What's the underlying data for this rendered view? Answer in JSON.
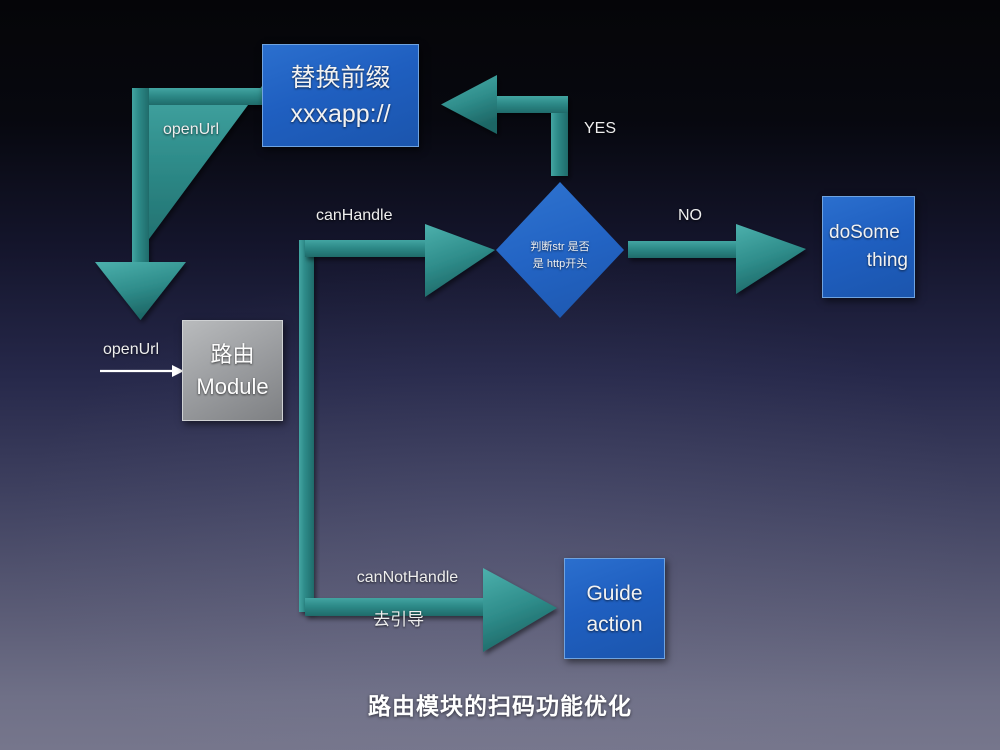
{
  "slide": {
    "title": "路由模块的扫码功能优化",
    "background": {
      "top_color": "#050508",
      "mid_color": "#26284a",
      "bottom_color": "#76768c"
    },
    "palette": {
      "blue_node": "#1f5fc0",
      "blue_node_border": "#6fa3e0",
      "gray_node": "#9c9ea1",
      "gray_node_border": "#cfd1d3",
      "teal_arrow": "#2e8f8f",
      "teal_arrow_light": "#56b3b0",
      "white_arrow": "#ffffff",
      "text": "#f2f2f2"
    }
  },
  "nodes": {
    "replace_prefix": {
      "line1": "替换前缀",
      "line2": "xxxapp://",
      "shape": "rectangle",
      "fill": "#1f5fc0"
    },
    "decision": {
      "line1": "判断str 是否",
      "line2": "是 http开头",
      "shape": "diamond",
      "fill": "#2364c4"
    },
    "do_something": {
      "line1": "doSome",
      "line2": "thing",
      "shape": "rectangle",
      "fill": "#1f5fc0"
    },
    "route_module": {
      "line1": "路由",
      "line2": "Module",
      "shape": "rectangle",
      "fill": "#9c9ea1"
    },
    "guide_action": {
      "line1": "Guide",
      "line2": "action",
      "shape": "rectangle",
      "fill": "#1f5fc0"
    }
  },
  "edges": {
    "openurl_top": {
      "label": "openUrl",
      "from": "replace_prefix",
      "to": "route_module_down_arrow",
      "color": "#2e8f8f",
      "style": "elbow-arrow-down"
    },
    "openurl_left": {
      "label": "openUrl",
      "from": "external",
      "to": "route_module",
      "color": "#ffffff",
      "style": "thin-arrow-right"
    },
    "can_handle": {
      "label": "canHandle",
      "from": "route_module_trunk",
      "to": "decision",
      "color": "#2e8f8f",
      "style": "elbow-arrow-right"
    },
    "yes": {
      "label": "YES",
      "from": "decision",
      "to": "replace_prefix",
      "color": "#2e8f8f",
      "style": "elbow-arrow-left"
    },
    "no": {
      "label": "NO",
      "from": "decision",
      "to": "do_something",
      "color": "#2e8f8f",
      "style": "arrow-right"
    },
    "can_not_handle": {
      "label_line1": "canNotHandle",
      "label_line2": "去引导",
      "from": "route_module_trunk",
      "to": "guide_action",
      "color": "#2e8f8f",
      "style": "elbow-arrow-right"
    }
  }
}
